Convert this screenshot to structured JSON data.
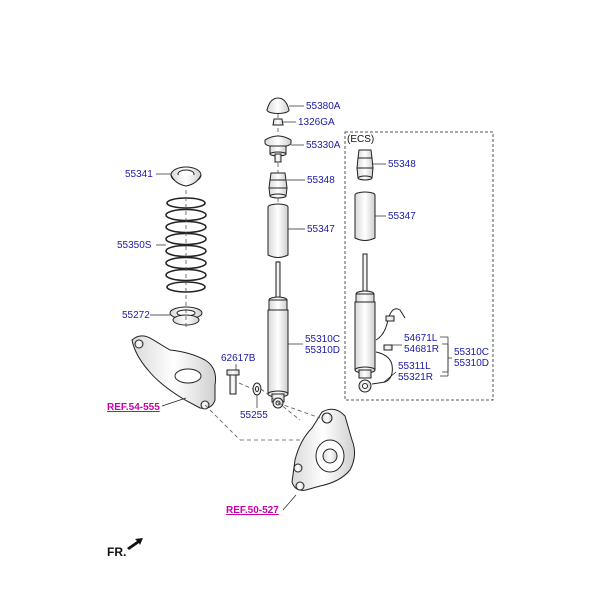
{
  "colors": {
    "part_number": "#1a1aa8",
    "reference": "#cc00aa",
    "line": "#222222",
    "part_fill": "#f2f2f2",
    "dashed": "#555555"
  },
  "ecs_group": {
    "title": "(ECS)"
  },
  "labels": {
    "p55380A": "55380A",
    "p1326GA": "1326GA",
    "p55330A": "55330A",
    "p55341": "55341",
    "p55348_main": "55348",
    "p55347_main": "55347",
    "p55350S": "55350S",
    "p55272": "55272",
    "p55310C_main": "55310C",
    "p55310D_main": "55310D",
    "p62617B": "62617B",
    "p55255": "55255",
    "p55348_ecs": "55348",
    "p55347_ecs": "55347",
    "p54671L": "54671L",
    "p54681R": "54681R",
    "p55311L": "55311L",
    "p55321R": "55321R",
    "p55310C_ecs": "55310C",
    "p55310D_ecs": "55310D"
  },
  "references": {
    "ref_54_555": "REF.54-555",
    "ref_50_527": "REF.50-527"
  },
  "direction": {
    "label": "FR.",
    "icon": "front-direction-arrow-icon"
  }
}
